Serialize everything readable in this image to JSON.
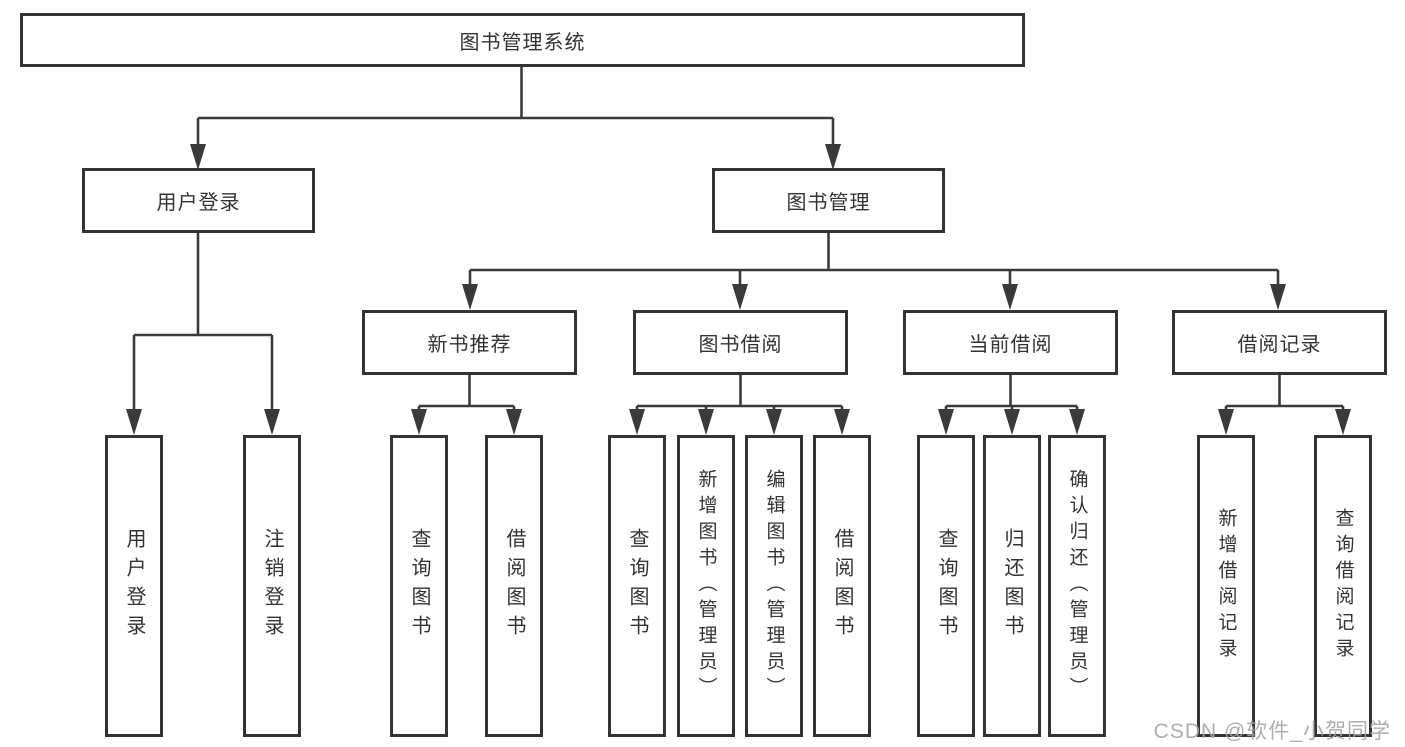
{
  "colors": {
    "line": "#3a3a3a",
    "box_border": "#333333",
    "text": "#333333",
    "background": "#ffffff",
    "watermark": "#a5a5a5"
  },
  "diagram": {
    "root": {
      "label": "图书管理系统"
    },
    "level2": {
      "user_login": {
        "label": "用户登录"
      },
      "book_mgmt": {
        "label": "图书管理"
      }
    },
    "level3": {
      "new_books": {
        "label": "新书推荐"
      },
      "book_borrow": {
        "label": "图书借阅"
      },
      "current_borrow": {
        "label": "当前借阅"
      },
      "borrow_records": {
        "label": "借阅记录"
      }
    },
    "leaves": {
      "user_login": [
        "用户登录",
        "注销登录"
      ],
      "new_books": [
        "查询图书",
        "借阅图书"
      ],
      "book_borrow": [
        "查询图书",
        "新增图书（管理员）",
        "编辑图书（管理员）",
        "借阅图书"
      ],
      "current_borrow": [
        "查询图书",
        "归还图书",
        "确认归还（管理员）"
      ],
      "borrow_records": [
        "新增借阅记录",
        "查询借阅记录"
      ]
    }
  },
  "watermark": {
    "text": "CSDN @软件_小贺同学"
  }
}
